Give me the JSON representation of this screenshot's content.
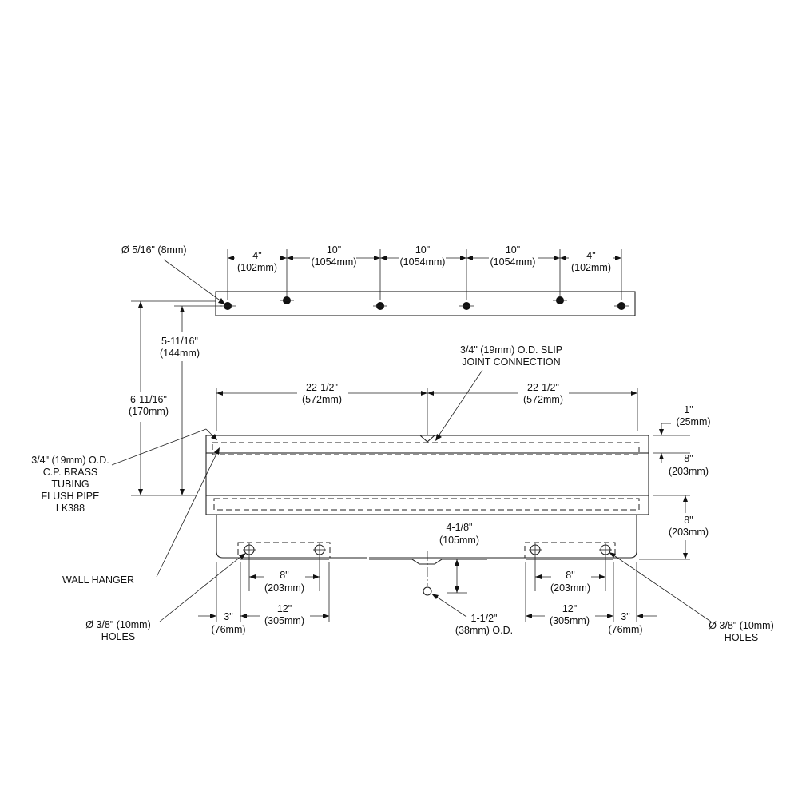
{
  "top_dims": [
    {
      "in": "4\"",
      "mm": "(102mm)"
    },
    {
      "in": "10\"",
      "mm": "(1054mm)"
    },
    {
      "in": "10\"",
      "mm": "(1054mm)"
    },
    {
      "in": "10\"",
      "mm": "(1054mm)"
    },
    {
      "in": "4\"",
      "mm": "(102mm)"
    }
  ],
  "hole_top": "Ø 5/16\" (8mm)",
  "height_inner": {
    "in": "5-11/16\"",
    "mm": "(144mm)"
  },
  "height_outer": {
    "in": "6-11/16\"",
    "mm": "(170mm)"
  },
  "half_left": {
    "in": "22-1/2\"",
    "mm": "(572mm)"
  },
  "half_right": {
    "in": "22-1/2\"",
    "mm": "(572mm)"
  },
  "slip_joint": {
    "line1": "3/4\" (19mm) O.D. SLIP",
    "line2": "JOINT CONNECTION"
  },
  "right_top": {
    "in": "1\"",
    "mm": "(25mm)"
  },
  "right_mid": {
    "in": "8\"",
    "mm": "(203mm)"
  },
  "right_bot": {
    "in": "8\"",
    "mm": "(203mm)"
  },
  "tubing": {
    "l1": "3/4\" (19mm) O.D.",
    "l2": "C.P. BRASS",
    "l3": "TUBING",
    "l4": "FLUSH PIPE",
    "l5": "LK388"
  },
  "wall_hanger": "WALL HANGER",
  "drain_drop": {
    "in": "4-1/8\"",
    "mm": "(105mm)"
  },
  "drain_od": {
    "in": "1-1/2\"",
    "mm": "(38mm) O.D."
  },
  "left_holes_8": {
    "in": "8\"",
    "mm": "(203mm)"
  },
  "right_holes_8": {
    "in": "8\"",
    "mm": "(203mm)"
  },
  "left_12": {
    "in": "12\"",
    "mm": "(305mm)"
  },
  "right_12": {
    "in": "12\"",
    "mm": "(305mm)"
  },
  "left_3": {
    "in": "3\"",
    "mm": "(76mm)"
  },
  "right_3": {
    "in": "3\"",
    "mm": "(76mm)"
  },
  "holes_left": {
    "l1": "Ø 3/8\" (10mm)",
    "l2": "HOLES"
  },
  "holes_right": {
    "l1": "Ø 3/8\" (10mm)",
    "l2": "HOLES"
  }
}
